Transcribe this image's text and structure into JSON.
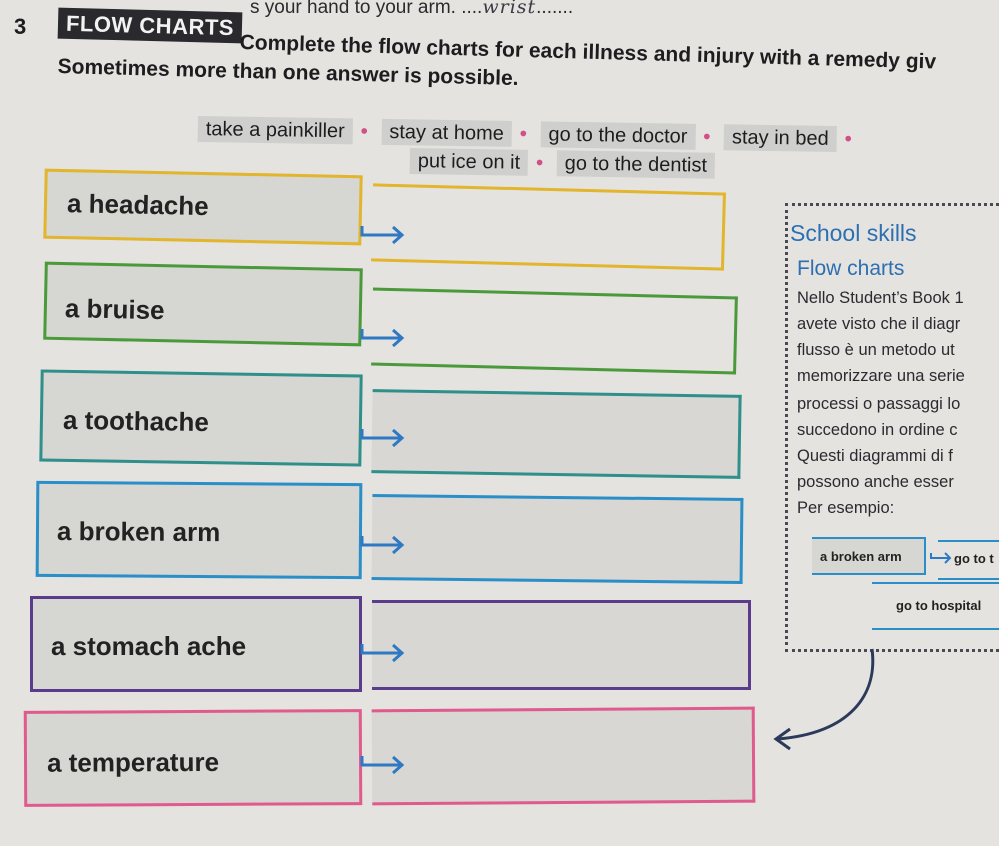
{
  "header": {
    "top_line": "s your hand to your arm.",
    "top_answer": "wrist",
    "exercise_number": "3",
    "exercise_tag": "FLOW CHARTS",
    "instruction_line1": "Complete the flow charts for each illness and injury with a remedy giv",
    "instruction_line2": "Sometimes more than one answer is possible."
  },
  "word_bank": {
    "row1": [
      "take a painkiller",
      "stay at home",
      "go to the doctor",
      "stay in bed"
    ],
    "row2": [
      "put ice on it",
      "go to the dentist"
    ]
  },
  "flow_rows": [
    {
      "label": "a headache",
      "color": "#e2b52c"
    },
    {
      "label": "a bruise",
      "color": "#4a9a3c"
    },
    {
      "label": "a toothache",
      "color": "#2f8f8a"
    },
    {
      "label": "a broken arm",
      "color": "#2a8fc8"
    },
    {
      "label": "a stomach ache",
      "color": "#5a3b8c"
    },
    {
      "label": "a temperature",
      "color": "#e05a8e"
    }
  ],
  "school_skills": {
    "title": "School skills",
    "subtitle": "Flow charts",
    "lines": [
      "Nello Student’s Book 1",
      "avete visto che il diagr",
      "flusso è un metodo ut",
      "memorizzare una serie",
      "processi o passaggi lo",
      "succedono in ordine c",
      "Questi diagrammi di f",
      "possono anche esser",
      "Per esempio:"
    ],
    "example_left": "a broken arm",
    "example_right": "go to t",
    "example_bottom": "go to hospital"
  }
}
